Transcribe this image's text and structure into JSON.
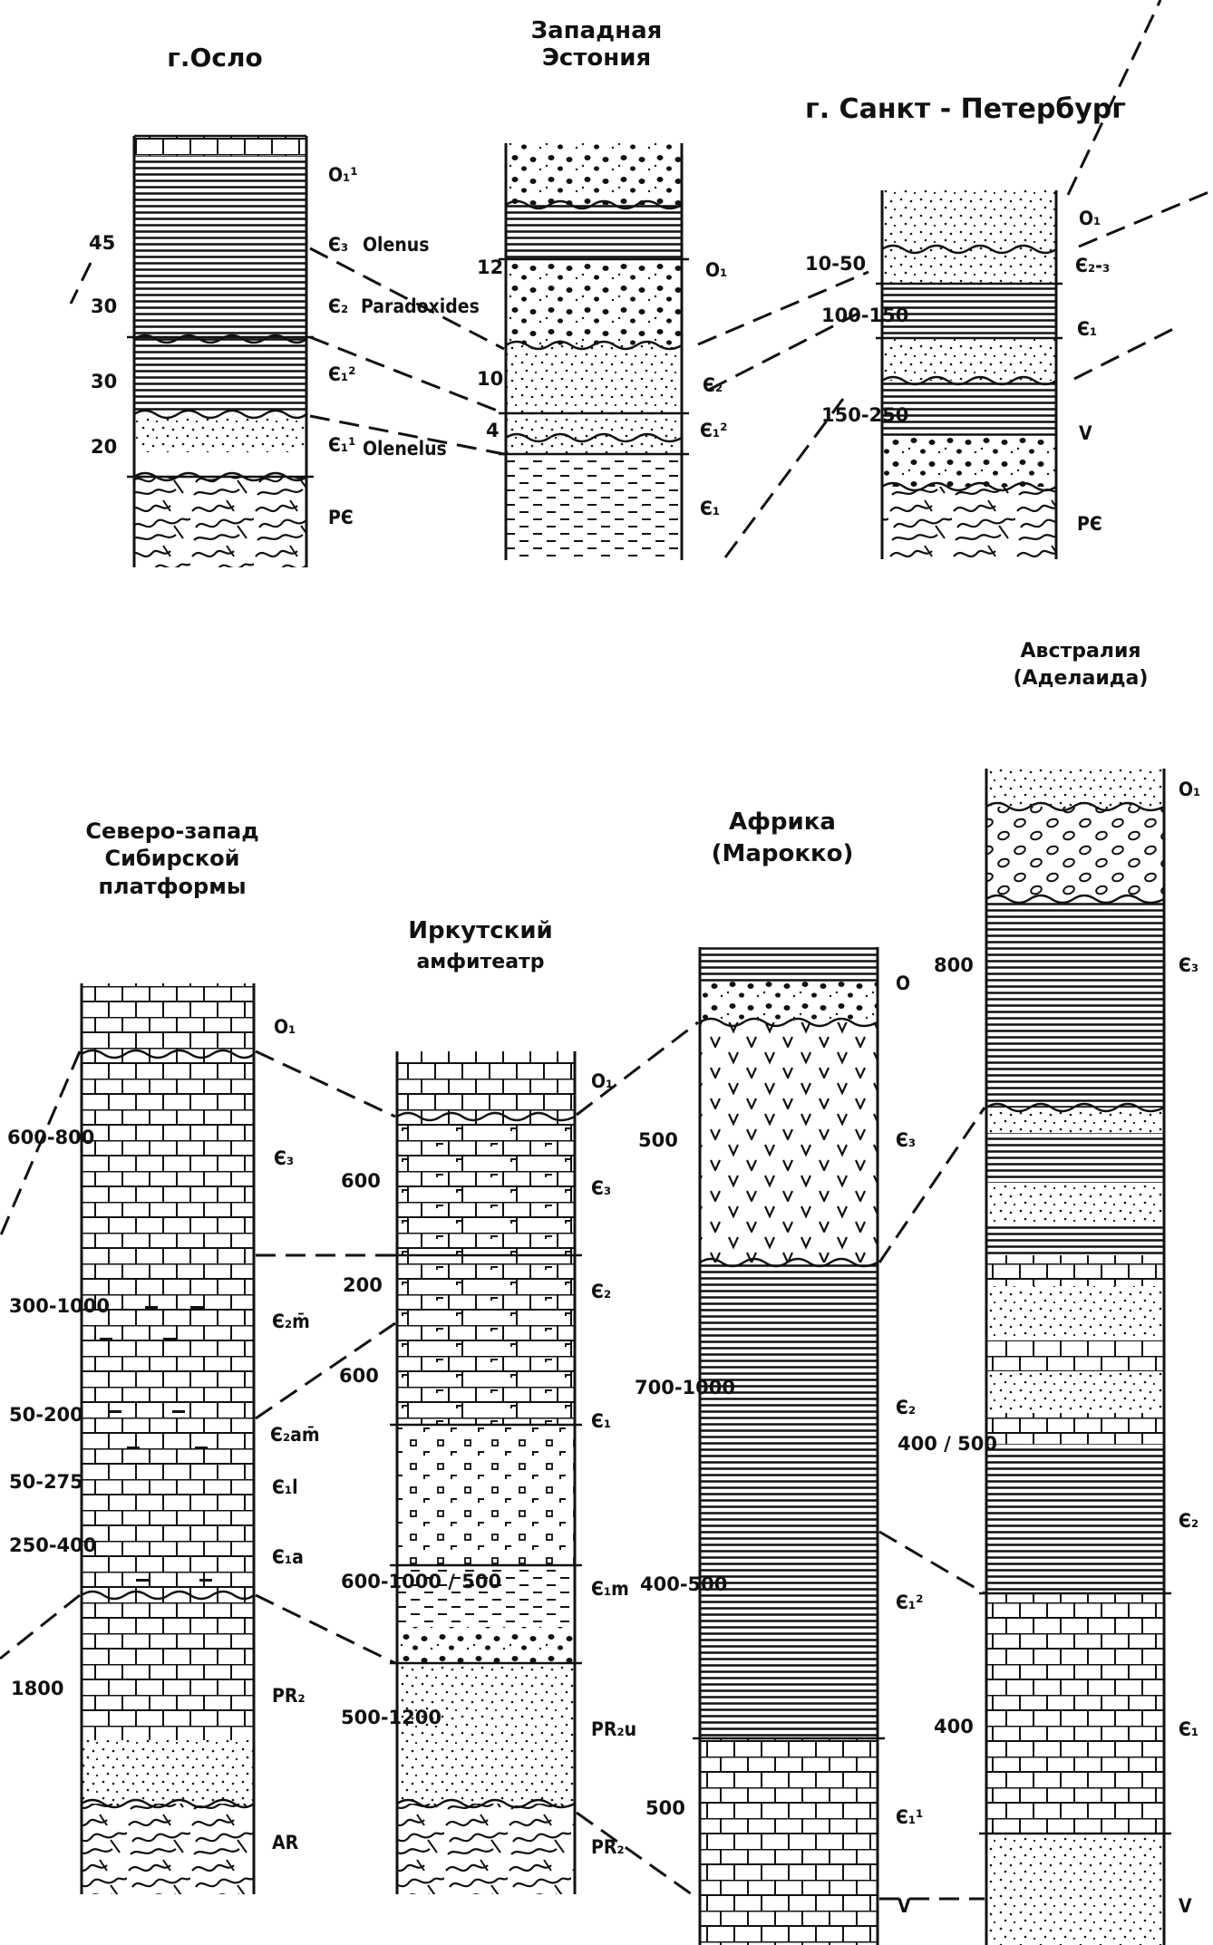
{
  "diagram": {
    "columns": [
      {
        "id": "oslo",
        "title": [
          "г.Осло"
        ],
        "units": [
          {
            "label": "O₁¹",
            "fossil": "",
            "thickness": "",
            "pattern": "limestone"
          },
          {
            "label": "Є₃",
            "fossil": "Olenus",
            "thickness": "45",
            "pattern": "shale"
          },
          {
            "label": "Є₂",
            "fossil": "Paradoxides",
            "thickness": "30",
            "pattern": "shale"
          },
          {
            "label": "Є₁²",
            "fossil": "",
            "thickness": "30",
            "pattern": "shale"
          },
          {
            "label": "Є₁¹",
            "fossil": "Olenelus",
            "thickness": "20",
            "pattern": "sand"
          },
          {
            "label": "PЄ",
            "fossil": "",
            "thickness": "",
            "pattern": "crystalline"
          }
        ]
      },
      {
        "id": "west-estonia",
        "title": [
          "Западная",
          "Эстония"
        ],
        "units": [
          {
            "label": "O₁",
            "thickness": "12",
            "pattern": "gravel"
          },
          {
            "label": "Є₂",
            "thickness": "10",
            "pattern": "sand"
          },
          {
            "label": "Є₁²",
            "thickness": "4",
            "pattern": "sand"
          },
          {
            "label": "Є₁",
            "thickness": "",
            "pattern": "clay"
          }
        ]
      },
      {
        "id": "st-petersburg",
        "title": [
          "г. Санкт - Петербург"
        ],
        "units": [
          {
            "label": "O₁",
            "thickness": "",
            "pattern": "sand"
          },
          {
            "label": "Є₂-₃",
            "thickness": "10-50",
            "pattern": "sand"
          },
          {
            "label": "Є₁",
            "thickness": "100-150",
            "pattern": "shale"
          },
          {
            "label": "V",
            "thickness": "150-250",
            "pattern": "shale"
          },
          {
            "label": "PЄ",
            "thickness": "",
            "pattern": "crystalline"
          }
        ]
      },
      {
        "id": "nw-siberian-platform",
        "title": [
          "Северо-запад",
          "Сибирской",
          "платформы"
        ],
        "units": [
          {
            "label": "O₁",
            "thickness": "",
            "pattern": "limestone"
          },
          {
            "label": "Є₃",
            "thickness": "600-800",
            "pattern": "limestone"
          },
          {
            "label": "Є₂m̄",
            "thickness": "300-1000",
            "pattern": "limestone"
          },
          {
            "label": "Є₂am̄",
            "thickness": "50-200",
            "pattern": "limestone"
          },
          {
            "label": "Є₁l",
            "thickness": "50-275",
            "pattern": "limestone"
          },
          {
            "label": "Є₁a",
            "thickness": "250-400",
            "pattern": "limestone"
          },
          {
            "label": "PR₂",
            "thickness": "1800",
            "pattern": "limestone"
          },
          {
            "label": "AR",
            "thickness": "",
            "pattern": "crystalline"
          }
        ]
      },
      {
        "id": "irkutsk-amphitheatre",
        "title": [
          "Иркутский",
          "амфитеатр"
        ],
        "units": [
          {
            "label": "O₁",
            "thickness": "",
            "pattern": "limestone"
          },
          {
            "label": "Є₃",
            "thickness": "600",
            "pattern": "dolomite"
          },
          {
            "label": "Є₂",
            "thickness": "200",
            "pattern": "dolomite"
          },
          {
            "label": "Є₁",
            "thickness": "600",
            "pattern": "dolomite"
          },
          {
            "label": "Є₁m",
            "thickness": "600-1000 / 500",
            "pattern": "salt"
          },
          {
            "label": "PR₂u",
            "thickness": "500-1200",
            "pattern": "sand"
          },
          {
            "label": "PR₂",
            "thickness": "",
            "pattern": "crystalline"
          }
        ]
      },
      {
        "id": "africa-morocco",
        "title": [
          "Африка",
          "(Марокко)"
        ],
        "units": [
          {
            "label": "O",
            "thickness": "",
            "pattern": "gravel"
          },
          {
            "label": "Є₃",
            "thickness": "500",
            "pattern": "volcanic"
          },
          {
            "label": "Є₂",
            "thickness": "700-1000",
            "pattern": "shale"
          },
          {
            "label": "Є₁²",
            "thickness": "400-500",
            "pattern": "shale"
          },
          {
            "label": "Є₁¹",
            "thickness": "500",
            "pattern": "limestone"
          },
          {
            "label": "V",
            "thickness": "",
            "pattern": "limestone"
          }
        ]
      },
      {
        "id": "australia-adelaide",
        "title": [
          "Австралия",
          "(Аделаида)"
        ],
        "units": [
          {
            "label": "O₁",
            "thickness": "",
            "pattern": "gravel"
          },
          {
            "label": "Є₃",
            "thickness": "800",
            "pattern": "shale"
          },
          {
            "label": "Є₂",
            "thickness": "400 / 500",
            "pattern": "sand"
          },
          {
            "label": "Є₁",
            "thickness": "400",
            "pattern": "limestone"
          },
          {
            "label": "V",
            "thickness": "",
            "pattern": "sand"
          }
        ]
      }
    ]
  }
}
